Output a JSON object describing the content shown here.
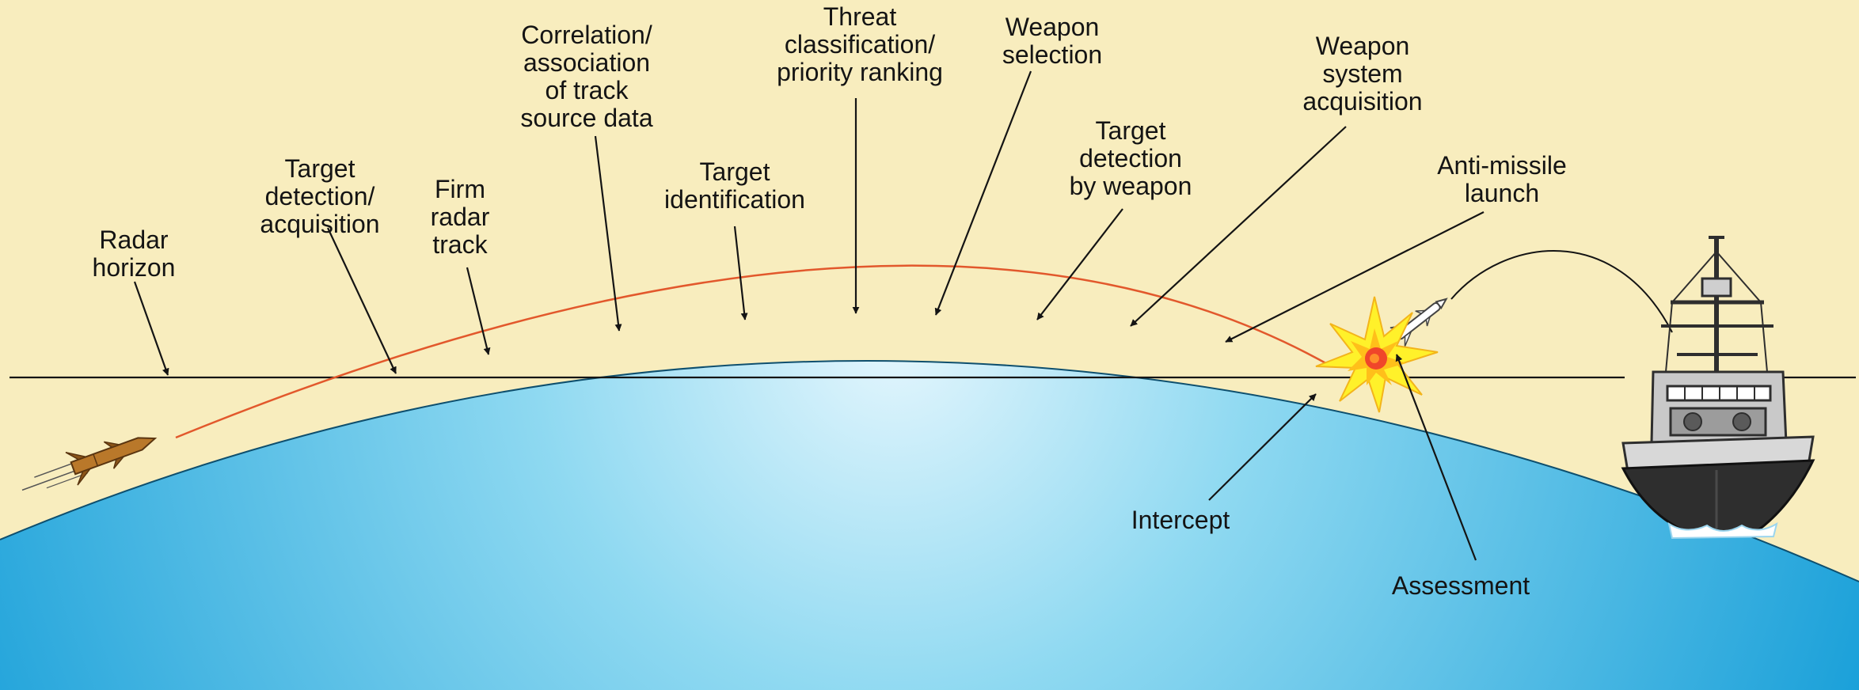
{
  "colors": {
    "sky": "#f8edbe",
    "sea_light": "#dff5fc",
    "sea_mid": "#7fd3ee",
    "sea_dark": "#1fa3da",
    "trajectory": "#e2582c",
    "ink": "#141414",
    "ship_hull": "#2e2e2e",
    "missile": "#b9782a"
  },
  "labels": {
    "radar_horizon": [
      "Radar",
      "horizon"
    ],
    "target_detection": [
      "Target",
      "detection/",
      "acquisition"
    ],
    "firm_radar_track": [
      "Firm",
      "radar",
      "track"
    ],
    "correlation": [
      "Correlation/",
      "association",
      "of track",
      "source data"
    ],
    "target_identification": [
      "Target",
      "identification"
    ],
    "threat_classification": [
      "Threat",
      "classification/",
      "priority ranking"
    ],
    "weapon_selection": [
      "Weapon",
      "selection"
    ],
    "detection_by_weapon": [
      "Target",
      "detection",
      "by weapon"
    ],
    "weapon_system_acquisition": [
      "Weapon",
      "system",
      "acquisition"
    ],
    "anti_missile_launch": [
      "Anti-missile",
      "launch"
    ],
    "intercept": [
      "Intercept"
    ],
    "assessment": [
      "Assessment"
    ]
  }
}
